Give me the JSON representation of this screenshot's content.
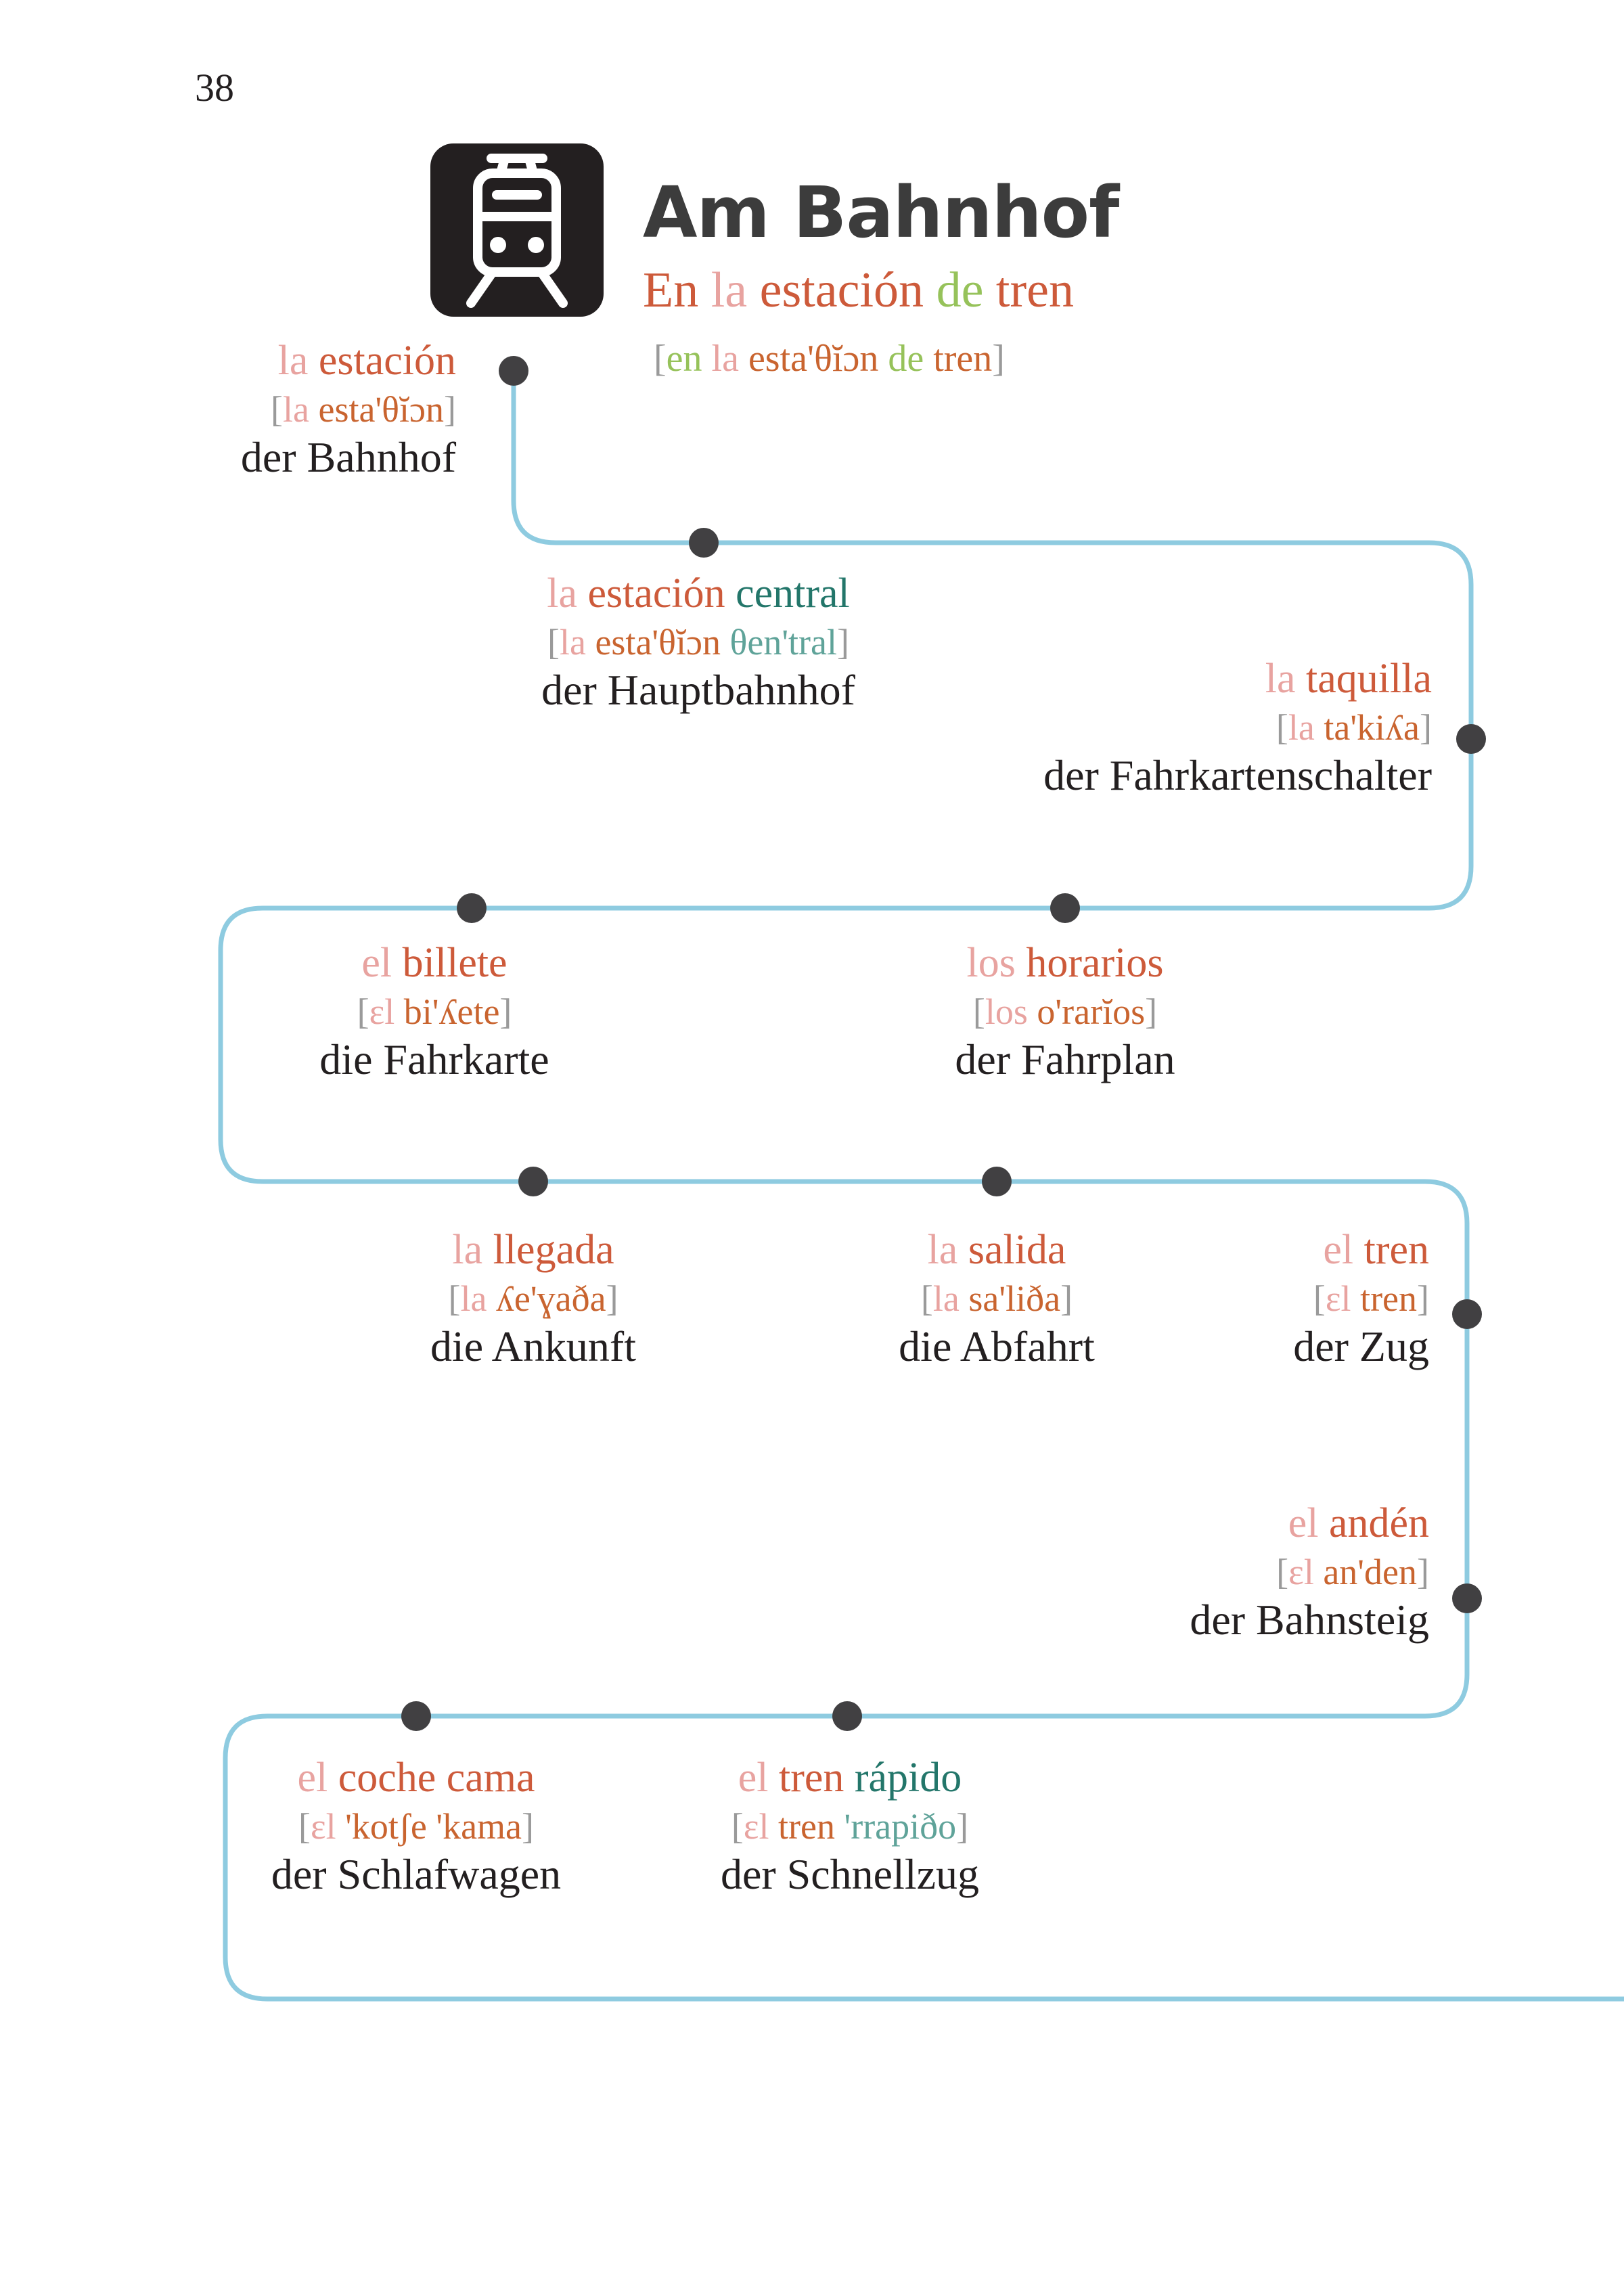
{
  "page_number": "38",
  "header": {
    "title": "Am Bahnhof",
    "subtitle": {
      "w1": "En",
      "w2": "la",
      "w3": "estación",
      "w4": "de",
      "w5": "tren"
    },
    "pronunciation": {
      "open": "[",
      "w1": "en",
      "w2": "la",
      "w3": "esta'θĭɔn",
      "w4": "de",
      "w5": "tren",
      "close": "]"
    },
    "icon": "train-icon"
  },
  "colors": {
    "article": "#e8a3a0",
    "noun": "#cd5a3a",
    "adjective": "#23766a",
    "preposition": "#96c25a",
    "route_line": "#8ecbe0",
    "stop_dot": "#414042"
  },
  "entries": [
    {
      "art": "la",
      "word": "estación",
      "adj": "",
      "p_art": "la",
      "p_word": "esta'θĭɔn",
      "p_adj": "",
      "de": "der Bahnhof"
    },
    {
      "art": "la",
      "word": "estación",
      "adj": "central",
      "p_art": "la",
      "p_word": "esta'θĭɔn",
      "p_adj": "θen'tral",
      "de": "der Hauptbahnhof"
    },
    {
      "art": "la",
      "word": "taquilla",
      "adj": "",
      "p_art": "la",
      "p_word": "ta'kiʎa",
      "p_adj": "",
      "de": "der Fahrkartenschalter"
    },
    {
      "art": "el",
      "word": "billete",
      "adj": "",
      "p_art": "ɛl",
      "p_word": "bi'ʎete",
      "p_adj": "",
      "de": "die Fahrkarte"
    },
    {
      "art": "los",
      "word": "horarios",
      "adj": "",
      "p_art": "los",
      "p_word": "o'rarĭos",
      "p_adj": "",
      "de": "der Fahrplan"
    },
    {
      "art": "la",
      "word": "llegada",
      "adj": "",
      "p_art": "la",
      "p_word": "ʎe'ɣaða",
      "p_adj": "",
      "de": "die Ankunft"
    },
    {
      "art": "la",
      "word": "salida",
      "adj": "",
      "p_art": "la",
      "p_word": "sa'liða",
      "p_adj": "",
      "de": "die Abfahrt"
    },
    {
      "art": "el",
      "word": "tren",
      "adj": "",
      "p_art": "ɛl",
      "p_word": "tren",
      "p_adj": "",
      "de": "der Zug"
    },
    {
      "art": "el",
      "word": "andén",
      "adj": "",
      "p_art": "ɛl",
      "p_word": "an'den",
      "p_adj": "",
      "de": "der Bahnsteig"
    },
    {
      "art": "el",
      "word": "coche cama",
      "adj": "",
      "p_art": "ɛl",
      "p_word": "'kotʃe 'kama",
      "p_adj": "",
      "de": "der Schlafwagen"
    },
    {
      "art": "el",
      "word": "tren",
      "adj": "rápido",
      "p_art": "ɛl",
      "p_word": "tren",
      "p_adj": "'rrapiðo",
      "de": "der Schnellzug"
    }
  ]
}
